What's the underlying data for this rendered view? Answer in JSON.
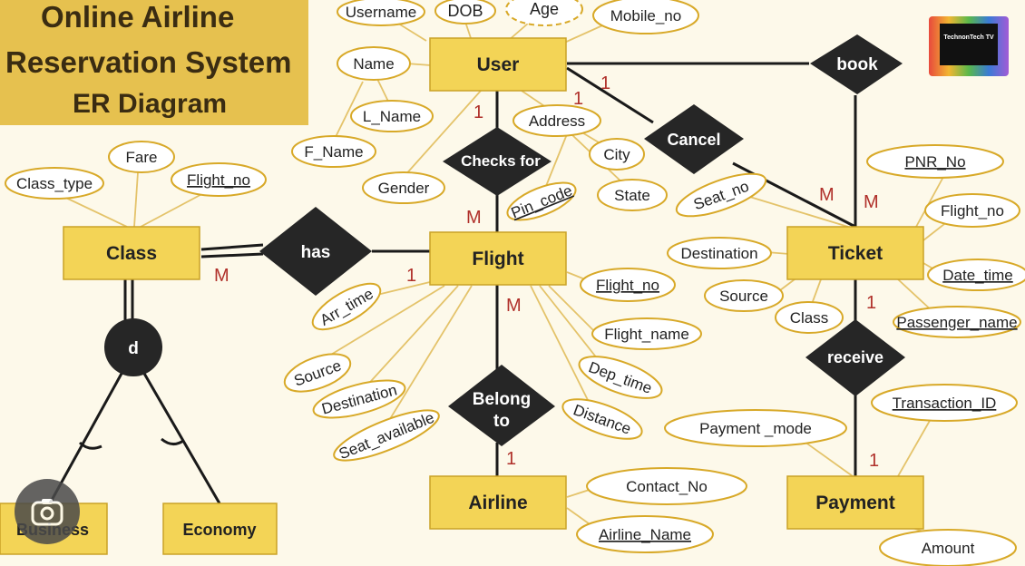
{
  "title": {
    "line1": "Online Airline",
    "line2": "Reservation System",
    "line3": "ER Diagram"
  },
  "logo": {
    "text": "TechnonTech TV"
  },
  "entities": {
    "user": "User",
    "flight": "Flight",
    "class": "Class",
    "ticket": "Ticket",
    "airline": "Airline",
    "payment": "Payment",
    "business": "Business",
    "economy": "Economy"
  },
  "relationships": {
    "checks_for": "Checks for",
    "has": "has",
    "book": "book",
    "cancel": "Cancel",
    "belong_to_1": "Belong",
    "belong_to_2": "to",
    "receive": "receive",
    "disjoint": "d"
  },
  "attributes": {
    "username": "Username",
    "dob": "DOB",
    "age": "Age",
    "mobile_no": "Mobile_no",
    "name": "Name",
    "l_name": "L_Name",
    "f_name": "F_Name",
    "gender": "Gender",
    "address": "Address",
    "city": "City",
    "state": "State",
    "pin_code": "Pin_code",
    "class_type": "Class_type",
    "fare": "Fare",
    "class_flight_no": "Flight_no",
    "arr_time": "Arr_time",
    "source": "Source",
    "destination": "Destination",
    "seat_available": "Seat_available",
    "flight_flight_no": "Flight_no",
    "flight_name": "Flight_name",
    "dep_time": "Dep_time",
    "distance": "Distance",
    "seat_no": "Seat_no",
    "pnr_no": "PNR_No",
    "ticket_flight_no": "Flight_no",
    "ticket_destination": "Destination",
    "date_time": "Date_time",
    "ticket_source": "Source",
    "ticket_class": "Class",
    "passenger_name": "Passenger_name",
    "contact_no": "Contact_No",
    "airline_name": "Airline_Name",
    "transaction_id": "Transaction_ID",
    "payment_mode": "Payment _mode",
    "amount": "Amount"
  },
  "cardinalities": {
    "user_checks": "1",
    "checks_flight": "M",
    "user_book": "1",
    "user_cancel": "1",
    "cancel_ticket": "M",
    "book_ticket": "M",
    "has_flight": "1",
    "class_has": "M",
    "flight_belong": "M",
    "belong_airline": "1",
    "ticket_receive": "1",
    "receive_payment": "1"
  },
  "colors": {
    "entity_fill": "#f3d456",
    "entity_stroke": "#c9a227",
    "relationship_fill": "#262626",
    "attribute_stroke": "#d8a928",
    "line": "#1a1a1a",
    "attr_line": "#e4c36a",
    "cardinality": "#b0302a",
    "background": "#fdf9ea",
    "title_band": "#e6c14f"
  }
}
